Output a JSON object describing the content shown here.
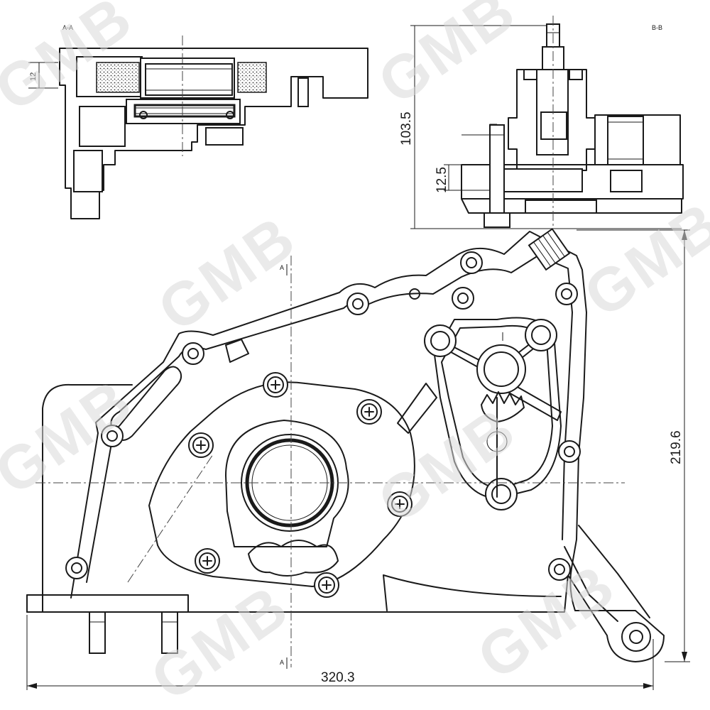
{
  "watermark": "GMB",
  "views": {
    "section_a": {
      "label": "A-A",
      "dim_height": "12"
    },
    "section_b": {
      "label": "B-B",
      "dim_height": "103.5",
      "dim_small": "12.5"
    }
  },
  "main_view": {
    "section_marker_top": "A",
    "section_marker_bottom": "A",
    "dim_width": "320.3",
    "dim_height": "219.6"
  },
  "colors": {
    "line": "#1a1a1a",
    "watermark": "#d8d8d8",
    "background": "#ffffff"
  }
}
